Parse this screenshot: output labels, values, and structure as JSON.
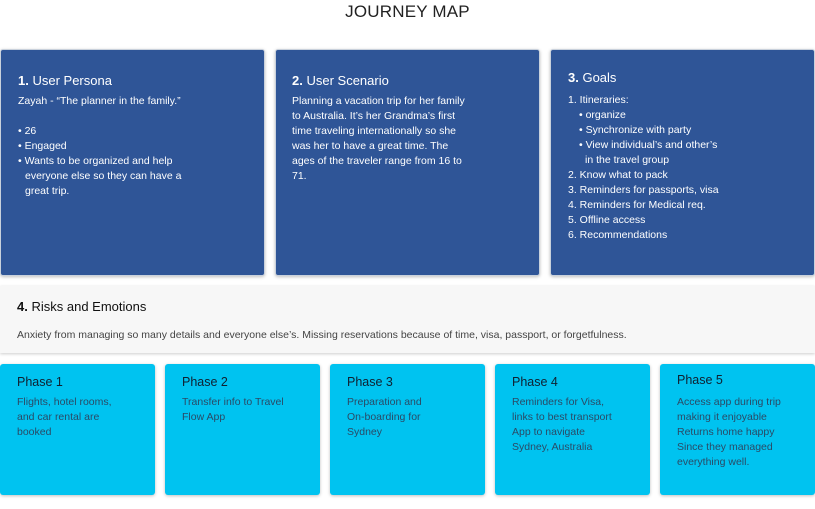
{
  "title": "JOURNEY MAP",
  "persona": {
    "number": "1.",
    "heading": "User Persona",
    "quote": "Zayah - “The planner in the family.”",
    "bullets": [
      "• 26",
      "• Engaged",
      "• Wants to be organized and help",
      "everyone else so they can have a",
      "great trip."
    ]
  },
  "scenario": {
    "number": "2.",
    "heading": "User Scenario",
    "lines": [
      "Planning a vacation trip for her family",
      "to Australia. It’s her Grandma’s first",
      "time traveling internationally so she",
      "was her to have a great time. The",
      "ages of the traveler range from 16 to",
      "71."
    ]
  },
  "goals": {
    "number": "3.",
    "heading": "Goals",
    "lines": [
      "1. Itineraries:",
      "• organize",
      "• Synchronize with party",
      "• View individual’s and other’s",
      "in the travel group",
      "2. Know what to pack",
      "3. Reminders for passports, visa",
      "4. Reminders for Medical req.",
      "5. Offline access",
      "6. Recommendations"
    ]
  },
  "risks": {
    "number": "4.",
    "heading": "Risks and Emotions",
    "text": "Anxiety from managing so many details and everyone else’s. Missing reservations because of time, visa, passport, or forgetfulness."
  },
  "phases": [
    {
      "title": "Phase 1",
      "lines": [
        "Flights, hotel rooms,",
        "and car rental are",
        "booked"
      ]
    },
    {
      "title": "Phase 2",
      "lines": [
        "Transfer info to Travel",
        "Flow App"
      ]
    },
    {
      "title": "Phase 3",
      "lines": [
        "Preparation and",
        "On-boarding for",
        "Sydney"
      ]
    },
    {
      "title": "Phase 4",
      "lines": [
        "Reminders for Visa,",
        "links to best transport",
        "App to navigate",
        "Sydney, Australia"
      ]
    },
    {
      "title": "Phase 5",
      "lines": [
        "Access app during trip",
        "making it enjoyable",
        "Returns home happy",
        "Since they managed",
        "everything well."
      ]
    }
  ]
}
